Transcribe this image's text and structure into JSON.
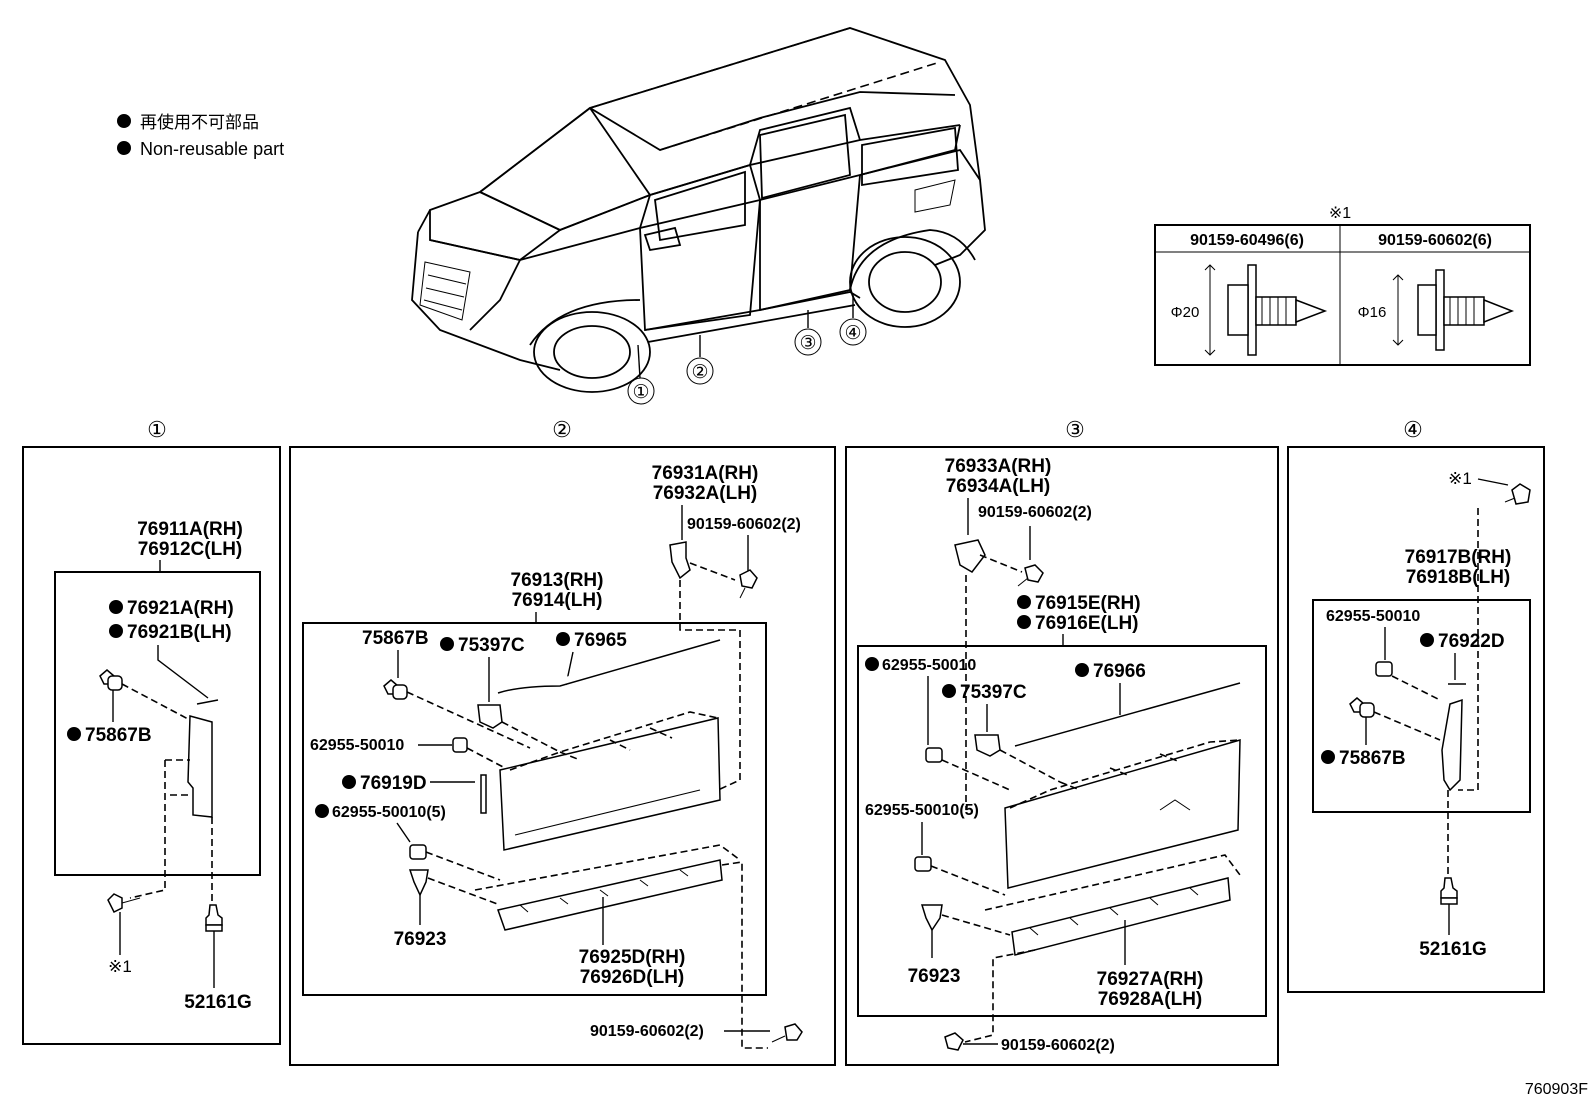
{
  "legend": {
    "jp": "再使用不可部品",
    "en": "Non-reusable part"
  },
  "car_callouts": [
    "①",
    "②",
    "③",
    "④"
  ],
  "fastener_table": {
    "title": "※1",
    "col1": {
      "part": "90159-60496(6)",
      "dim": "Φ20"
    },
    "col2": {
      "part": "90159-60602(6)",
      "dim": "Φ16"
    }
  },
  "panel1": {
    "title": "①",
    "assy_rh": "76911A(RH)",
    "assy_lh": "76912C(LH)",
    "p1_rh": "76921A(RH)",
    "p1_lh": "76921B(LH)",
    "clip": "75867B",
    "note": "※1",
    "bottom": "52161G"
  },
  "panel2": {
    "title": "②",
    "bracket_rh": "76931A(RH)",
    "bracket_lh": "76932A(LH)",
    "screw_top": "90159-60602(2)",
    "assy_rh": "76913(RH)",
    "assy_lh": "76914(LH)",
    "clip_a": "75867B",
    "clip_b": "75397C",
    "strip": "76965",
    "grommet": "62955-50010",
    "tape": "76919D",
    "grommet5": "62955-50010(5)",
    "clip_c": "76923",
    "lower_rh": "76925D(RH)",
    "lower_lh": "76926D(LH)",
    "screw_bottom": "90159-60602(2)"
  },
  "panel3": {
    "title": "③",
    "bracket_rh": "76933A(RH)",
    "bracket_lh": "76934A(LH)",
    "screw_top": "90159-60602(2)",
    "assy_rh": "76915E(RH)",
    "assy_lh": "76916E(LH)",
    "grommet": "62955-50010",
    "strip": "76966",
    "clip_b": "75397C",
    "grommet5": "62955-50010(5)",
    "clip_c": "76923",
    "lower_rh": "76927A(RH)",
    "lower_lh": "76928A(LH)",
    "screw_bottom": "90159-60602(2)"
  },
  "panel4": {
    "title": "④",
    "note": "※1",
    "assy_rh": "76917B(RH)",
    "assy_lh": "76918B(LH)",
    "grommet": "62955-50010",
    "tape": "76922D",
    "clip": "75867B",
    "bottom": "52161G"
  },
  "figure_code": "760903F"
}
